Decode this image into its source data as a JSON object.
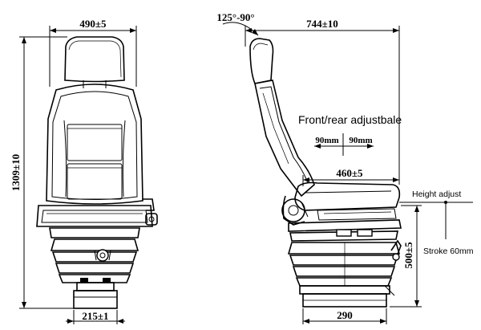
{
  "front_view": {
    "width_label": "490±5",
    "height_label": "1309±10",
    "base_width_label": "215±1"
  },
  "side_view": {
    "recline_label": "125°-90°",
    "depth_label": "744±10",
    "slide_title": "Front/rear adjustbale",
    "slide_front_label": "90mm",
    "slide_rear_label": "90mm",
    "seat_depth_label": "460±5",
    "height_adjust_label": "Height adjust",
    "stroke_label": "Stroke 60mm",
    "seat_height_label": "500±5",
    "base_width_label": "290"
  }
}
